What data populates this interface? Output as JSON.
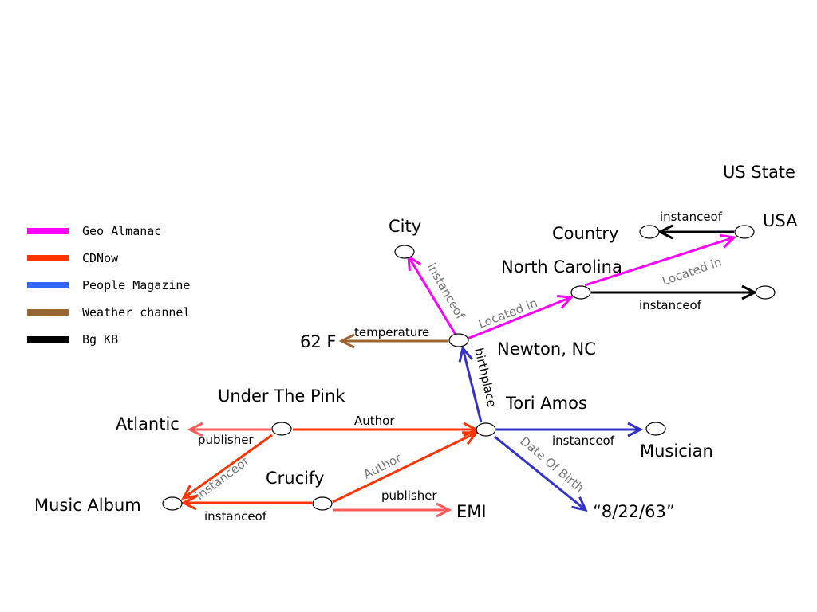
{
  "colors": {
    "geo": "#ff00ff",
    "cdnow": "#ff3300",
    "cdnow_light": "#ff5a5a",
    "people": "#3333cc",
    "people_legend": "#3366ff",
    "weather": "#996633",
    "bgkb": "#000000"
  },
  "legend": [
    {
      "label": "Geo Almanac",
      "color": "#ff00ff"
    },
    {
      "label": "CDNow",
      "color": "#ff3300"
    },
    {
      "label": "People Magazine",
      "color": "#3366ff"
    },
    {
      "label": "Weather channel",
      "color": "#996633"
    },
    {
      "label": "Bg KB",
      "color": "#000000"
    }
  ],
  "nodes": {
    "us_state": "US State",
    "usa": "USA",
    "country": "Country",
    "city": "City",
    "north_carolina": "North Carolina",
    "newton": "Newton, NC",
    "temp_value": "62 F",
    "tori": "Tori Amos",
    "musician": "Musician",
    "dob_value": "“8/22/63”",
    "under_the_pink": "Under The Pink",
    "atlantic": "Atlantic",
    "crucify": "Crucify",
    "music_album": "Music Album",
    "emi": "EMI"
  },
  "edges": {
    "usa_country": "instanceof",
    "nc_state": "instanceof",
    "nc_usa": "Located in",
    "newton_nc": "Located in",
    "newton_city": "instanceof",
    "newton_temp": "temperature",
    "tori_birthplace": "birthplace",
    "tori_musician": "instanceof",
    "tori_dob": "Date Of Birth",
    "pink_author": "Author",
    "pink_publisher": "publisher",
    "pink_instanceof": "instanceof",
    "crucify_author": "Author",
    "crucify_publisher": "publisher",
    "crucify_instanceof": "instanceof"
  }
}
